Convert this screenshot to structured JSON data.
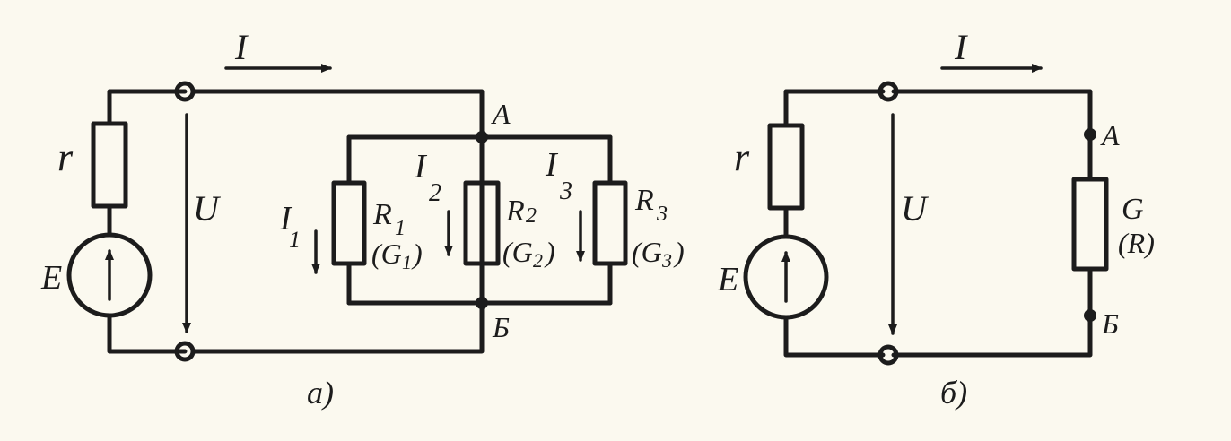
{
  "figure_a": {
    "current_total": "I",
    "voltage": "U",
    "source_emf": "E",
    "source_resistance": "r",
    "node_top": "A",
    "node_bottom": "Б",
    "branch1": {
      "current": "I",
      "current_sub": "1",
      "resistor": "R",
      "resistor_sub": "1",
      "conductance": "(G",
      "conductance_sub": "1",
      "close": ")"
    },
    "branch2": {
      "current": "I",
      "current_sub": "2",
      "resistor": "R",
      "resistor_sub": "2",
      "conductance": "(G",
      "conductance_sub": "2",
      "close": ")"
    },
    "branch3": {
      "current": "I",
      "current_sub": "3",
      "resistor": "R",
      "resistor_sub": "3",
      "conductance": "(G",
      "conductance_sub": "3",
      "close": ")"
    },
    "caption": "a)"
  },
  "figure_b": {
    "current_total": "I",
    "voltage": "U",
    "source_emf": "E",
    "source_resistance": "r",
    "node_top": "A",
    "node_bottom": "Б",
    "equiv_conductance": "G",
    "equiv_resistance": "(R)",
    "caption": "б)"
  }
}
